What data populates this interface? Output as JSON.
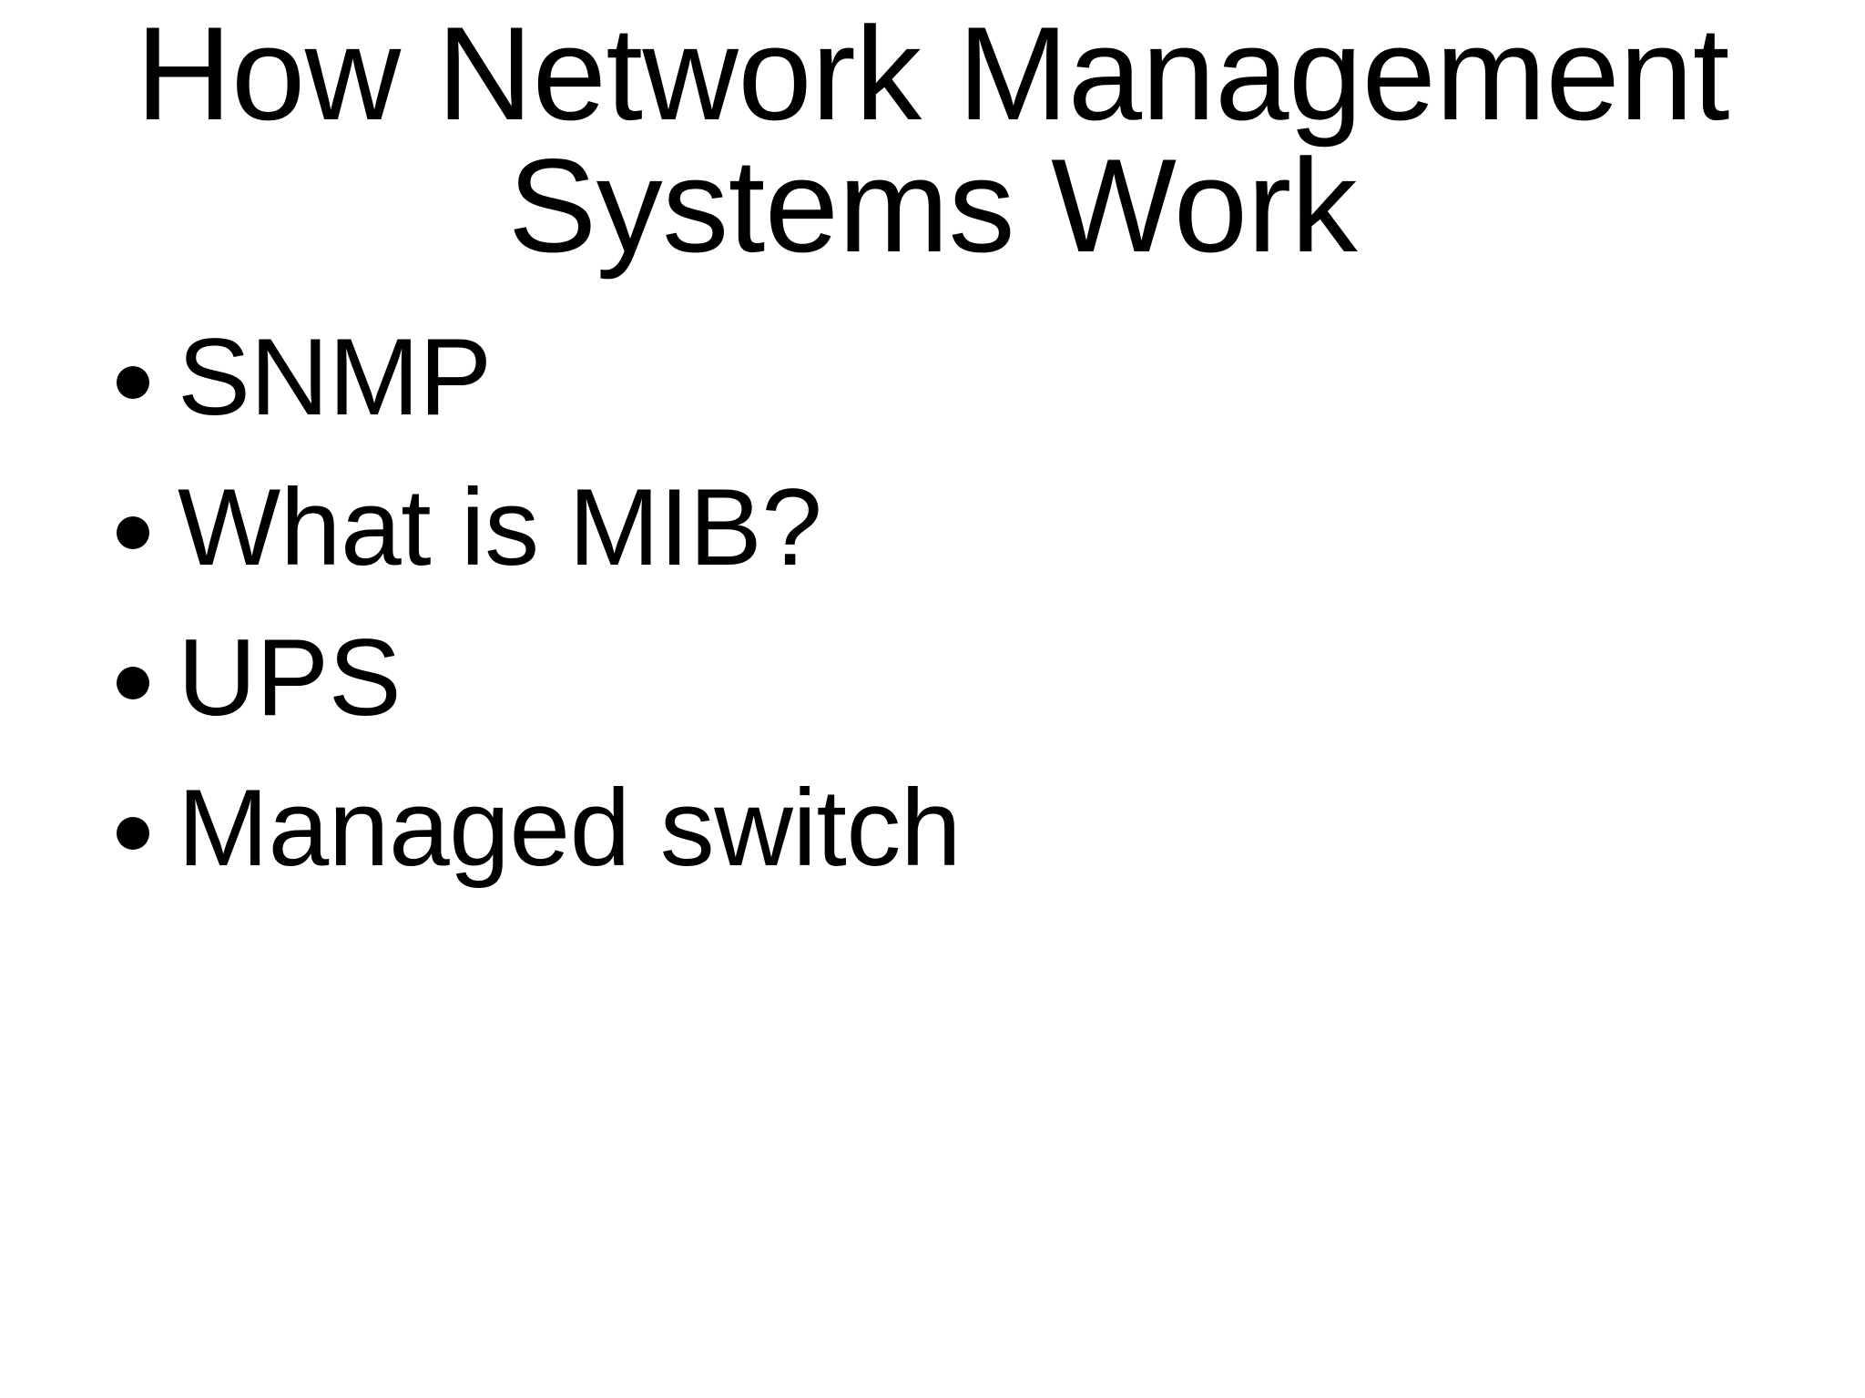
{
  "slide": {
    "background_color": "#ffffff",
    "text_color": "#000000",
    "title": "How Network Management\nSystems Work",
    "title_lines": [
      "How Network Management",
      "Systems Work"
    ],
    "bullets": [
      {
        "text": "SNMP",
        "marker": "bullet-dot-icon"
      },
      {
        "text": "What is MIB?",
        "marker": "bullet-dot-icon"
      },
      {
        "text": "UPS",
        "marker": "bullet-dot-icon"
      },
      {
        "text": "Managed switch",
        "marker": "bullet-dot-icon"
      }
    ]
  }
}
